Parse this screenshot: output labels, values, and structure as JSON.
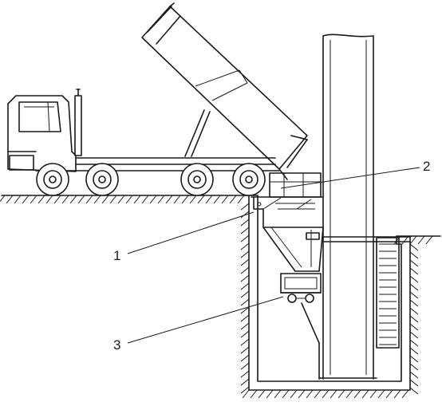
{
  "callouts": [
    {
      "id": "c1",
      "label": "1"
    },
    {
      "id": "c2",
      "label": "2"
    },
    {
      "id": "c3",
      "label": "3"
    }
  ]
}
